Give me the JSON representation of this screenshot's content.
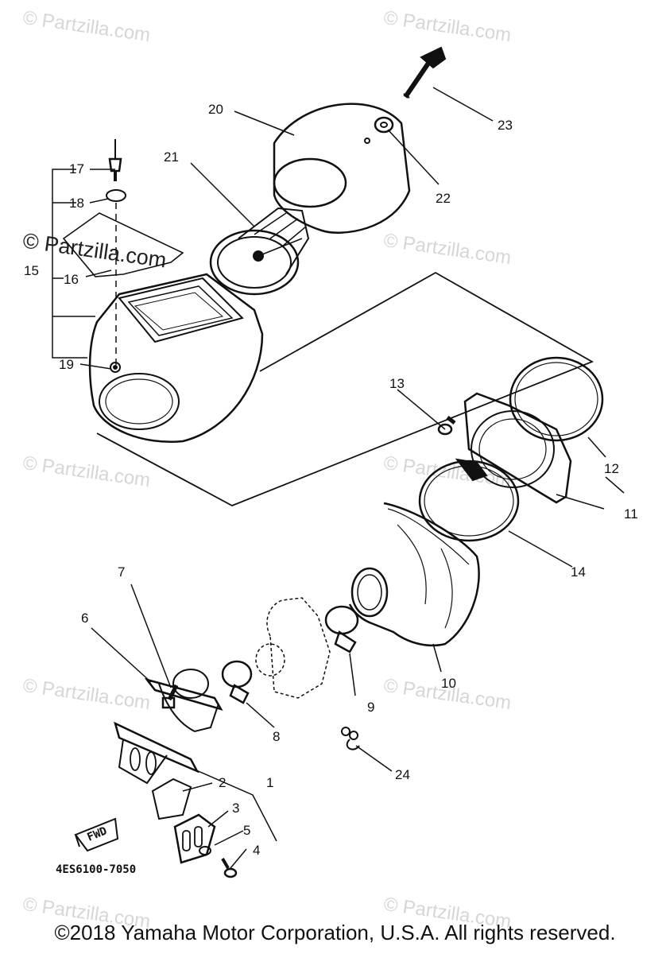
{
  "watermark": "© Partzilla.com",
  "part_labels": {
    "p1": "1",
    "p2": "2",
    "p3": "3",
    "p4": "4",
    "p5": "5",
    "p6": "6",
    "p7": "7",
    "p8": "8",
    "p9": "9",
    "p10": "10",
    "p11": "11",
    "p12": "12",
    "p13": "13",
    "p14": "14",
    "p15": "15",
    "p16": "16",
    "p17": "17",
    "p18": "18",
    "p19": "19",
    "p20": "20",
    "p21": "21",
    "p22": "22",
    "p23": "23",
    "p24": "24"
  },
  "direction_tag": "FWD",
  "diagram_code": "4ES6100-7050",
  "copyright": "©2018 Yamaha Motor Corporation, U.S.A. All rights reserved."
}
